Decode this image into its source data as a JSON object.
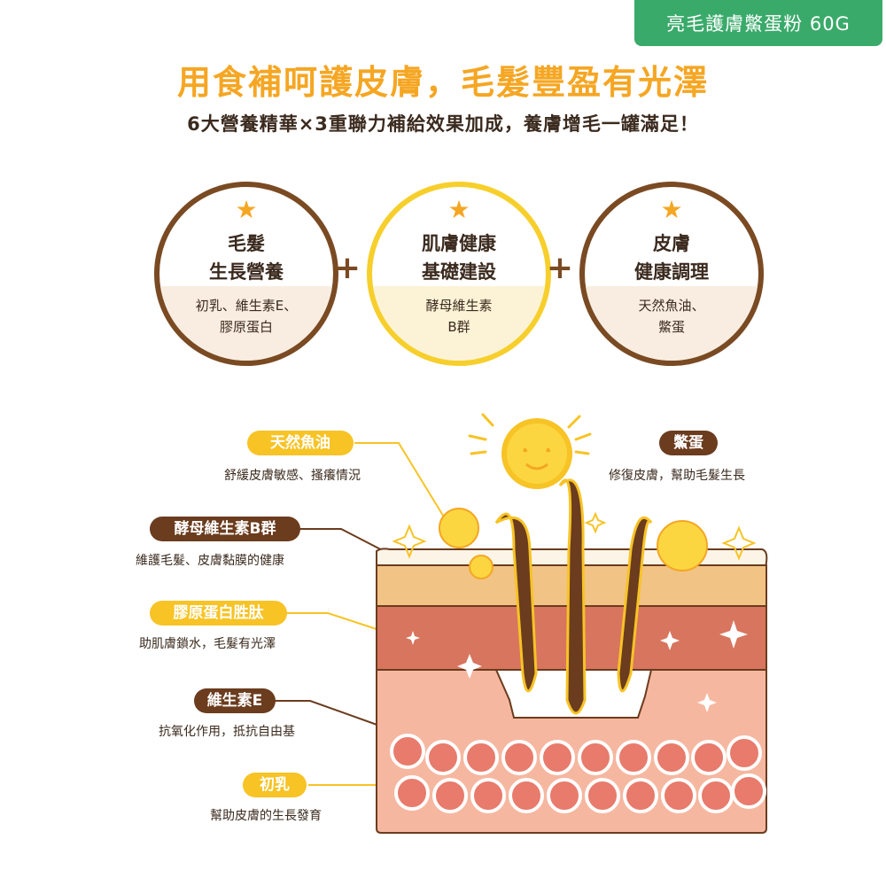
{
  "badge": "亮毛護膚鱉蛋粉 60G",
  "headline": "用食補呵護皮膚，毛髮豐盈有光澤",
  "subline": "6大營養精華×3重聯力補給效果加成，養膚增毛一罐滿足！",
  "circles": [
    {
      "title1": "毛髮",
      "title2": "生長營養",
      "desc1": "初乳、維生素E、",
      "desc2": "膠原蛋白",
      "star": "★"
    },
    {
      "title1": "肌膚健康",
      "title2": "基礎建設",
      "desc1": "酵母維生素",
      "desc2": "B群",
      "star": "★"
    },
    {
      "title1": "皮膚",
      "title2": "健康調理",
      "desc1": "天然魚油、",
      "desc2": "鱉蛋",
      "star": "★"
    }
  ],
  "plus": "+",
  "ingredients": [
    {
      "name": "天然魚油",
      "desc": "舒緩皮膚敏感、搔癢情況"
    },
    {
      "name": "酵母維生素B群",
      "desc": "維護毛髮、皮膚黏膜的健康"
    },
    {
      "name": "膠原蛋白胜肽",
      "desc": "助肌膚鎖水，毛髮有光澤"
    },
    {
      "name": "維生素E",
      "desc": "抗氧化作用，抵抗自由基"
    },
    {
      "name": "初乳",
      "desc": "幫助皮膚的生長發育"
    },
    {
      "name": "鱉蛋",
      "desc": "修復皮膚，幫助毛髮生長"
    }
  ],
  "colors": {
    "badge": "#3aaa6a",
    "headline": "#f5a623",
    "brown": "#6b3c1e",
    "yellow": "#f7c325"
  }
}
